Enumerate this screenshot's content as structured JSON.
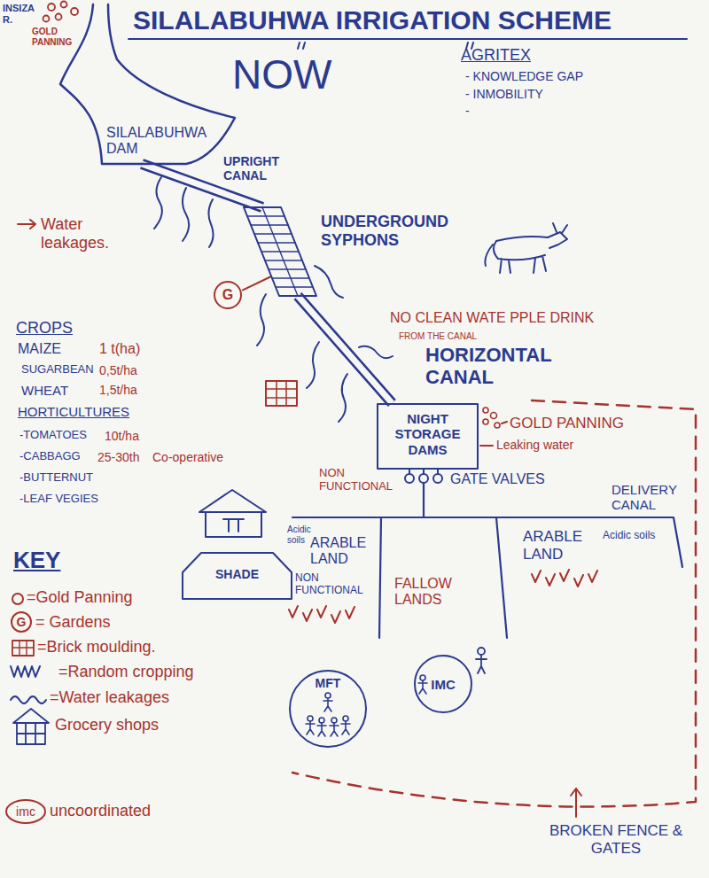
{
  "diagram": {
    "title": "SILALABUHWA IRRIGATION SCHEME",
    "nodes": [
      {
        "text": [
          "SILALABUHWA DAM"
        ]
      },
      {
        "text": [
          "UNDERGROUND SYPHONS"
        ]
      },
      {
        "text": [
          "G"
        ]
      },
      {
        "text": [
          "NIGHT STORAGE DAMS"
        ]
      },
      {
        "text": [
          "SHADE"
        ]
      },
      {
        "text": [
          "MFT"
        ]
      },
      {
        "text": [
          "IMC"
        ]
      },
      {
        "text": [
          "G"
        ]
      },
      {
        "text": [
          "imc"
        ]
      }
    ],
    "edges": [
      {
        "from": 0,
        "to": 1,
        "arrow": "none",
        "label": "UPRIGHT CANAL"
      },
      {
        "from": 1,
        "to": 3,
        "arrow": "none",
        "label": "HORIZONTAL CANAL"
      },
      {
        "from": 2,
        "to": 1,
        "arrow": "none"
      }
    ],
    "labels": [
      "INSIZA R.",
      "GOLD PANNING",
      "NOW",
      "AGRITEX",
      "- KNOWLEDGE GAP",
      "- INMOBILITY",
      "-",
      "Water leakages.",
      "CROPS",
      "MAIZE",
      "1 t(ha)",
      "SUGARBEAN",
      "0,5t/ha",
      "WHEAT",
      "1,5t/ha",
      "HORTICULTURES",
      "-TOMATOES",
      "10t/ha",
      "-CABBAGG",
      "25-30th",
      "Co-operative",
      "-BUTTERNUT",
      "-LEAF VEGIES",
      "NO CLEAN WATE PPLE DRINK",
      "FROM THE CANAL",
      "GOLD PANNING",
      "Leaking water",
      "NON FUNCTIONAL",
      "GATE VALVES",
      "NON FUNCTIONAL",
      "DELIVERY CANAL",
      "Acidic soils",
      "ARABLE LAND",
      "FALLOW LANDS",
      "ARABLE LAND",
      "Acidic soils",
      "BROKEN FENCE & GATES",
      "KEY"
    ],
    "legend": [
      {
        "text": "=Gold Panning"
      },
      {
        "text": "= Gardens"
      },
      {
        "text": "=Brick moulding."
      },
      {
        "text": "=Random cropping"
      },
      {
        "text": "=Water leakages"
      },
      {
        "text": "Grocery shops"
      },
      {
        "text": "uncoordinated"
      }
    ]
  }
}
